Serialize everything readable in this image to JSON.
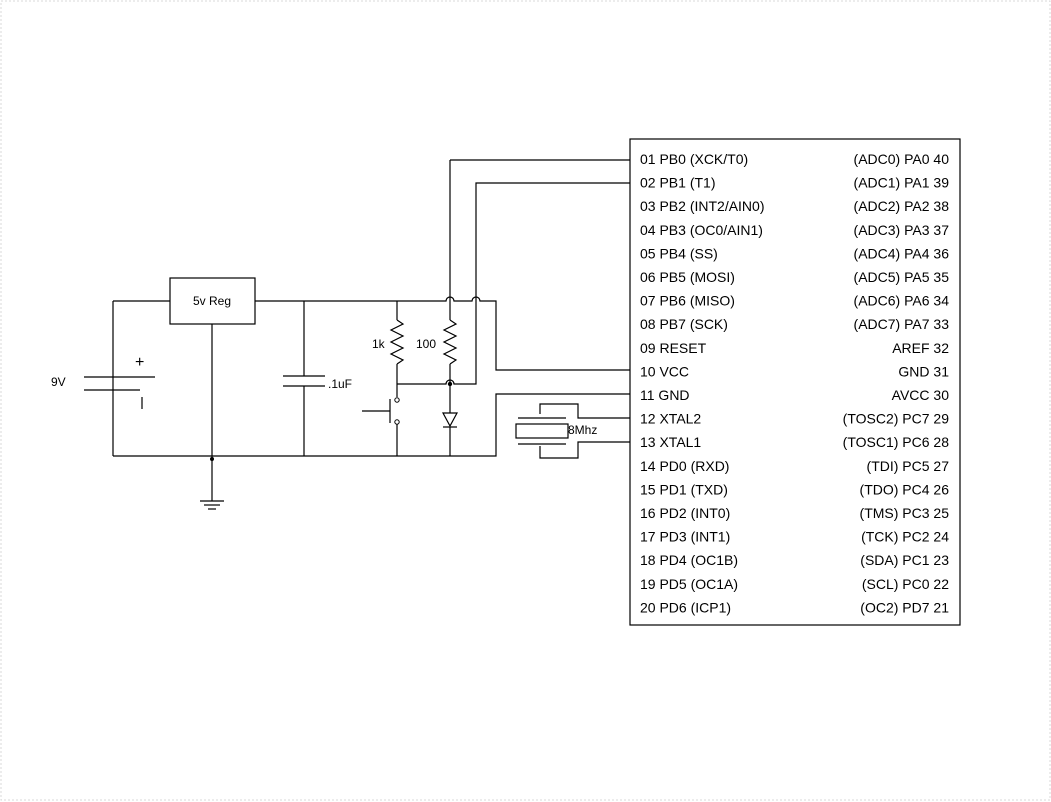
{
  "battery": {
    "label": "9V",
    "plus": "+",
    "minus": "-"
  },
  "regulator": {
    "label": "5v Reg"
  },
  "capacitor": {
    "label": ".1uF"
  },
  "resistors": [
    {
      "label": "1k"
    },
    {
      "label": "100"
    }
  ],
  "crystal": {
    "label": "8Mhz"
  },
  "mcu": {
    "left_pins": [
      "01 PB0 (XCK/T0)",
      "02 PB1 (T1)",
      "03 PB2 (INT2/AIN0)",
      "04 PB3 (OC0/AIN1)",
      "05 PB4 (SS)",
      "06 PB5 (MOSI)",
      "07 PB6 (MISO)",
      "08 PB7 (SCK)",
      "09 RESET",
      "10 VCC",
      "11 GND",
      "12 XTAL2",
      "13 XTAL1",
      "14 PD0 (RXD)",
      "15 PD1 (TXD)",
      "16 PD2 (INT0)",
      "17 PD3 (INT1)",
      "18 PD4 (OC1B)",
      "19 PD5 (OC1A)",
      "20 PD6 (ICP1)"
    ],
    "right_pins": [
      "(ADC0) PA0 40",
      "(ADC1) PA1 39",
      "(ADC2) PA2 38",
      "(ADC3) PA3 37",
      "(ADC4) PA4 36",
      "(ADC5) PA5 35",
      "(ADC6) PA6 34",
      "(ADC7) PA7 33",
      "AREF 32",
      "GND 31",
      "AVCC 30",
      "(TOSC2) PC7 29",
      "(TOSC1) PC6 28",
      "(TDI) PC5 27",
      "(TDO) PC4 26",
      "(TMS) PC3 25",
      "(TCK) PC2 24",
      "(SDA) PC1 23",
      "(SCL) PC0 22",
      "(OC2) PD7 21"
    ]
  }
}
